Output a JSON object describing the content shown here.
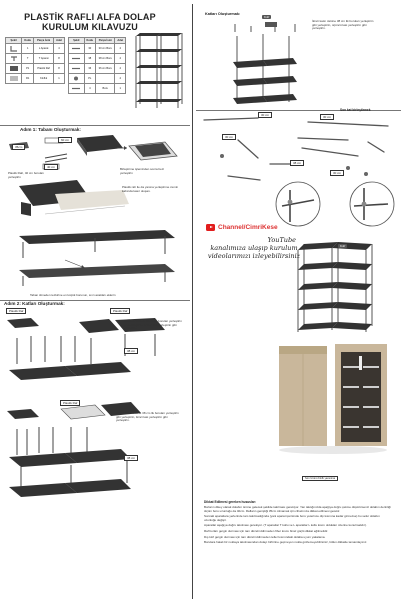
{
  "title_line1": "PLASTİK RAFLI ALFA DOLAP",
  "title_line2": "KURULUM KILAVUZU",
  "parts_table": {
    "headers": [
      "Şekil",
      "Kodu",
      "Parça İsmi",
      "Adet"
    ],
    "left_rows": [
      [
        "",
        "1",
        "L Aparat",
        "4"
      ],
      [
        "",
        "T",
        "T Aparat",
        "8"
      ],
      [
        "",
        "P1",
        "Plastik Raf",
        "8"
      ],
      [
        "",
        "R1",
        "Kılıflık",
        "1"
      ]
    ],
    "right_rows": [
      [
        "",
        "30",
        "30 cm Boru",
        "4"
      ],
      [
        "",
        "38",
        "38 cm Boru",
        "4"
      ],
      [
        "",
        "36",
        "36 cm Boru",
        "4"
      ],
      [
        "",
        "PL",
        "",
        "4"
      ],
      [
        "",
        "4",
        "Boru",
        "1"
      ]
    ]
  },
  "step1": {
    "heading": "Adım 1: Tabanı Oluşturmak:",
    "labels": [
      "60 cm",
      "35cm",
      "40 cm"
    ],
    "note_left": "Plastik Rafı, 40 cm boruları yerleştirin",
    "note_right": "Birleştirme işleminden sonra bezi yerleştirin",
    "note_mid": "Plastik rafı ile da yanına yerleştirme zemin kabında kasır oluşan.",
    "note_bottom": "Taban ölmeden tezkirine en küçük borunun, sıvrı acakları eklerin"
  },
  "step2": {
    "heading": "Adım 2: Katları Oluşturmak:",
    "plastic_label": "Plastik Raf",
    "labels": [
      "38 cm",
      "38 cm"
    ],
    "note_a": "Tabanın üstüne 38 cm lik boruları yerleştirin gibi yerleştirin, birinci katı yerleştirin gibi yerleştirin.",
    "note_b": "Birinci katın üstüne 38 cm lik boruları yerleştirin gibi yerleştirin, ikinci katı yerleştirin gibi yerleştirin."
  },
  "right_top": {
    "heading": "Katları Oluşturmak:",
    "tag": "Kılıf",
    "note": "İkinci katın üstüne 38 cm lik boruları yerleştirin gibi yerleştirin, üçüncü katı yerleştirin gibi yerleştirin."
  },
  "right_mid": {
    "heading": "Son kat birleştirmek",
    "labels": [
      "30 cm",
      "30 cm",
      "30 cm",
      "38 cm",
      "30 cm"
    ]
  },
  "channel": {
    "name": "Channel/CimriKese",
    "youtube": "YouTube",
    "line1": "kanalımıza ulaşıp kurulum",
    "line2": "videolarımızı izleyebilirsiniz"
  },
  "photo_caption": "Son Ürünü Kılıflı yansıtma",
  "instructions": {
    "title": "Dikkat Edilmesi gereken hususlar:",
    "items": [
      "Borların dikey olarak dolabın önüne gelecek şekilde takılması gerekiyor. Yan taktığınızda aşağıya doğru çekme düşürürseniz dolabın derinliği ölçüm boru uzunluğu da 40cm. Rafların genişliği 35cm ölmamak için cihazınıza dikkat edilmesi gerekir.",
      "Sonraki aparatlara yerlerinde tam takılmadığında (yani aparat içerisinde boru yeterince dip kısmına kadar girmezse) bu sefer dolabın uzunluğu değişir.",
      "Aparatlar aşağıya doğru takılması gerekiyor. (T aparatlar T kollu ve L aparatlar L kollu kısmı oldukları üzerine konulmalıdır).",
      "Raf borları gergin durması için tam düzeli iddirmeden fiber kısmı biraz güçlü dikkat eğilmelidir.",
      "Dış kılıf gergin durması için tam düzeli iddirmeden teller kısmındaki dolaba uyum yakalama.",
      "Borulara hatalı bir noktaya takılmasından dolayı birbirine geçmeyen nokta gözlemeyebilirsiniz, lütfen dikkatle tamamlayınız."
    ]
  }
}
